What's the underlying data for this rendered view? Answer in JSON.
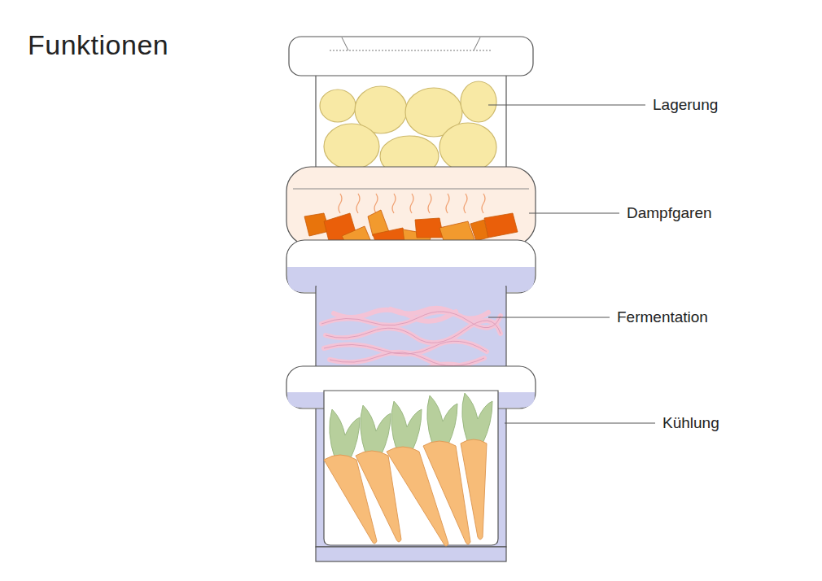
{
  "diagram": {
    "title": "Funktionen",
    "labels": [
      "Lagerung",
      "Dampfgaren",
      "Fermentation",
      "Kühlung"
    ]
  }
}
